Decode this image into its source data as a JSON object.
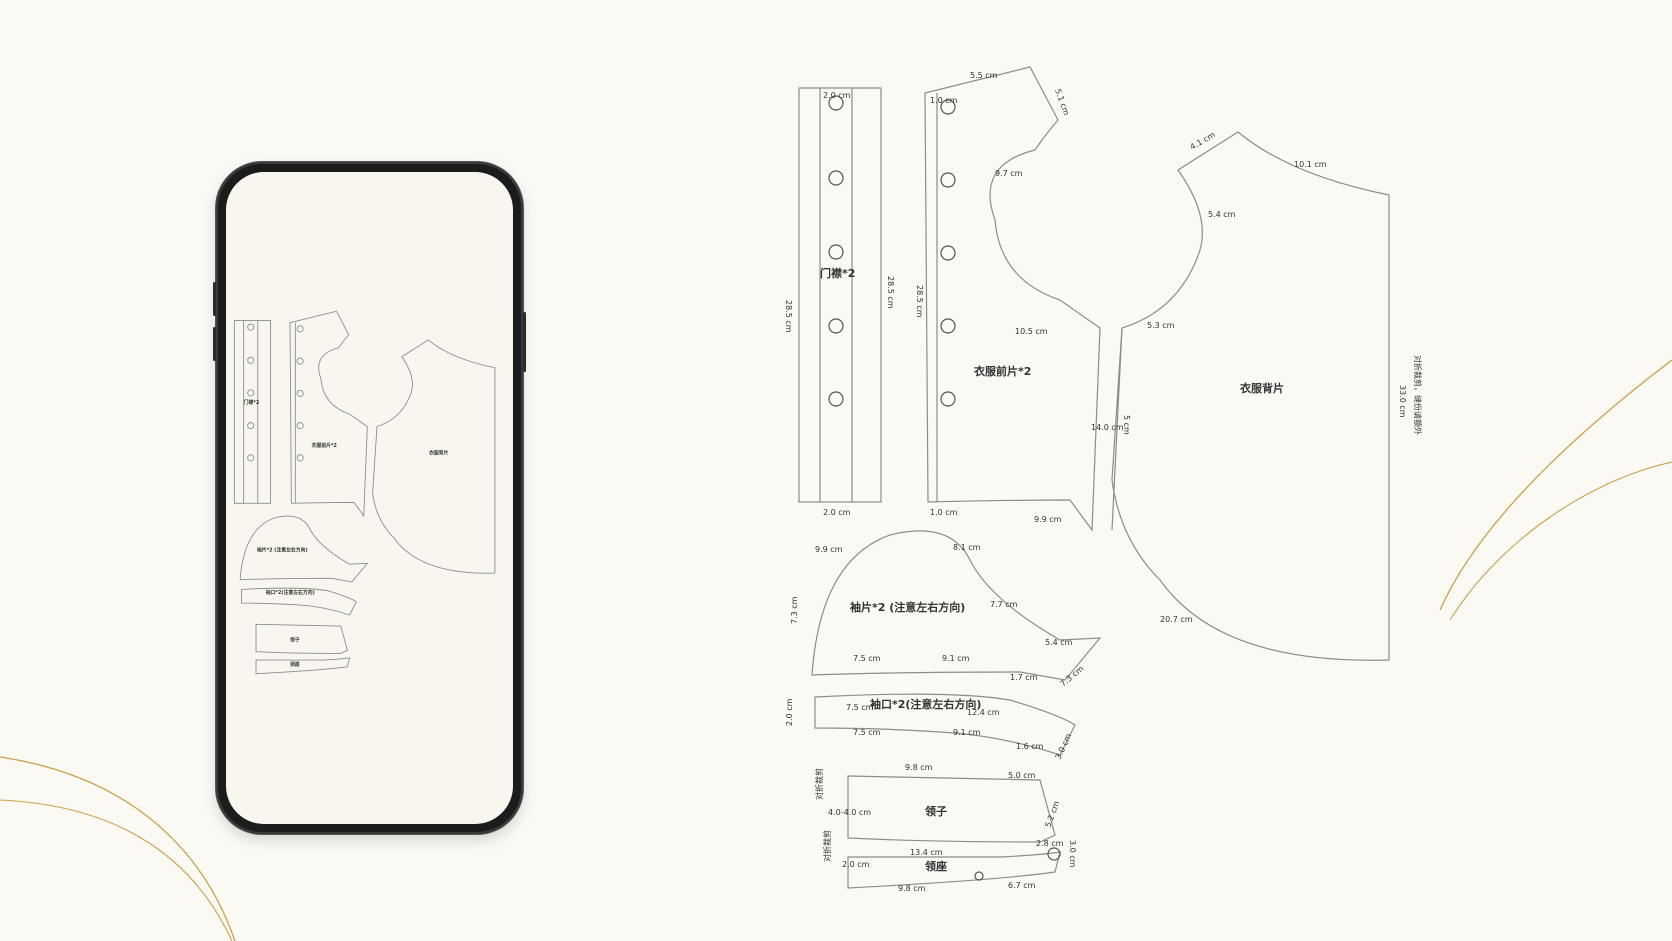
{
  "colors": {
    "background": "#fbf9f3",
    "pattern_line": "#8c8c8c",
    "text": "#333333",
    "accent_gold": "#c9a24c",
    "phone_frame": "#1c1c1c"
  },
  "pattern": {
    "placket": {
      "title": "门襟*2",
      "top_width": "2.0 cm",
      "left_height": "28.5 cm",
      "right_height": "28.5 cm",
      "bottom_width": "2.0 cm"
    },
    "front": {
      "title": "衣服前片*2",
      "shoulder": "5.5 cm",
      "shoulder_slope": "5.1 cm",
      "edge_top": "1.0 cm",
      "armhole": "9.7 cm",
      "height": "28.5 cm",
      "bottom_edge": "1.0 cm",
      "hem": "9.9 cm",
      "dart_width": "10.5 cm"
    },
    "back": {
      "title": "衣服背片",
      "neck_width": "4.1 cm",
      "shoulder": "10.1 cm",
      "armhole": "5.4 cm",
      "armhole_bottom": "5.3 cm",
      "side_length": "14.0 cm",
      "side_small": "5 cm",
      "height": "33.0 cm",
      "hem_curve": "20.7 cm",
      "fold_note": "对折裁剪，缝份请额外"
    },
    "sleeve": {
      "title": "袖片*2 (注意左右方向)",
      "cap_left": "9.9 cm",
      "cap_right": "8.1 cm",
      "side": "7.7 cm",
      "tip": "5.4 cm",
      "height": "7.3 cm",
      "bottom_left": "7.5 cm",
      "bottom_mid": "9.1 cm",
      "bottom_right": "1.7 cm",
      "end": "7.3 cm"
    },
    "cuff": {
      "title": "袖口*2(注意左右方向)",
      "height": "2.0 cm",
      "top_left": "7.5 cm",
      "top_right": "12.4 cm",
      "bottom_left": "7.5 cm",
      "bottom_mid": "9.1 cm",
      "bottom_right": "1.6 cm",
      "end": "3.0 cm"
    },
    "collar": {
      "title": "领子",
      "top": "9.8 cm",
      "right_top": "5.0 cm",
      "left": "4.0-4.0 cm",
      "slope": "5.2 cm",
      "bottom": "13.4 cm",
      "corner": "2.8 cm",
      "side_note": "对折裁剪"
    },
    "collar_stand": {
      "title": "领座",
      "left": "2.0 cm",
      "bottom": "9.8 cm",
      "right": "6.7 cm",
      "button_end": "3.0 cm",
      "side_note": "对折裁剪"
    }
  }
}
